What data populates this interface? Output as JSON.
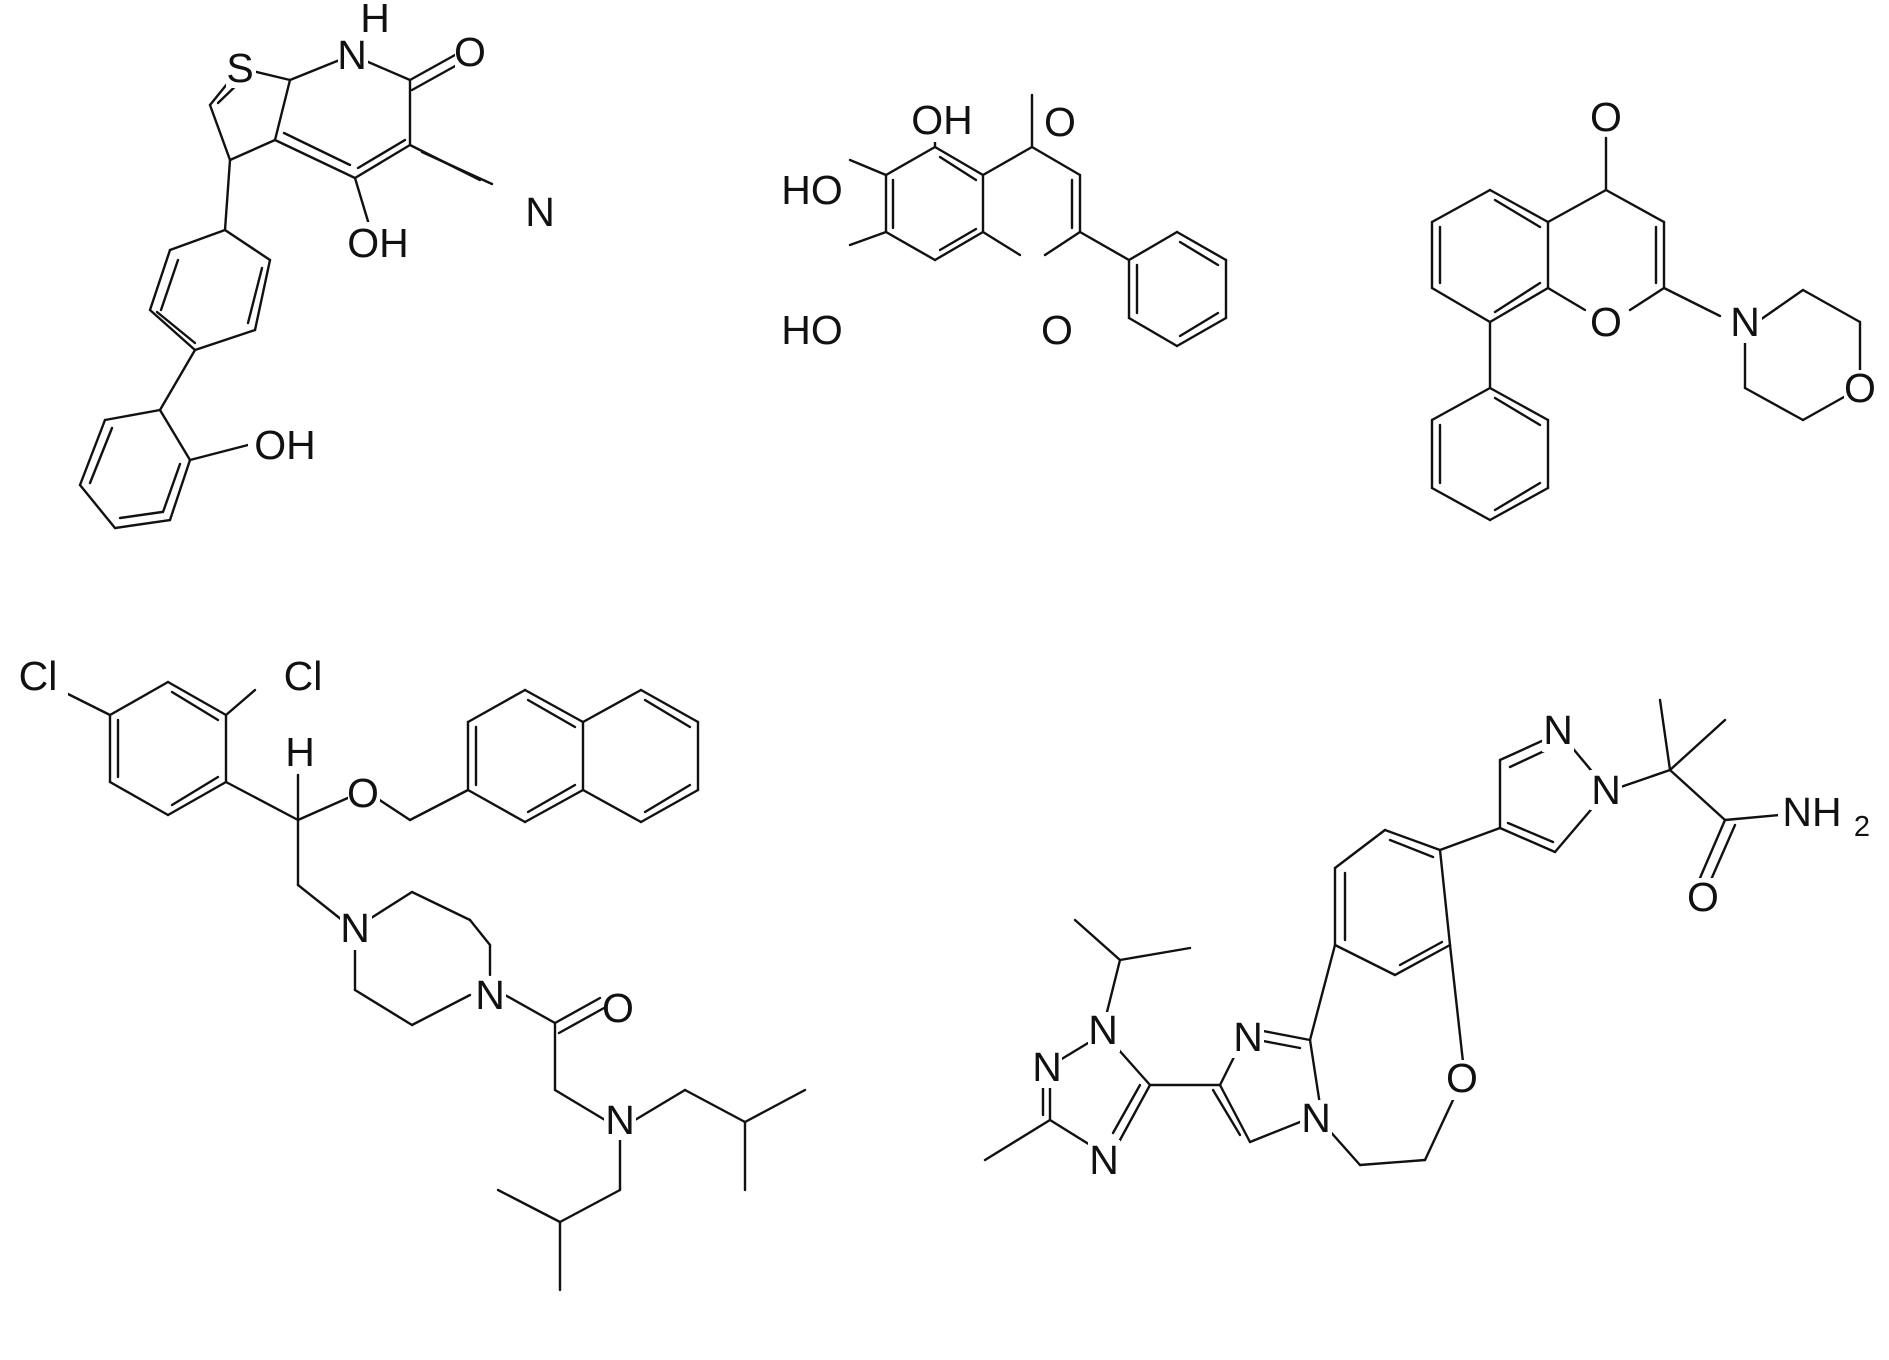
{
  "colors": {
    "background": "#ffffff",
    "ink": "#111111"
  },
  "molecules": [
    {
      "name": "thienopyridone",
      "labels": {
        "s": "S",
        "nh_h": "H",
        "nh_n": "N",
        "o_keto": "O",
        "n_nitrile": "N",
        "oh_ring": "OH",
        "oh_phenol": "OH"
      }
    },
    {
      "name": "baicalein",
      "labels": {
        "oh5": "OH",
        "oh6": "HO",
        "oh7": "HO",
        "o_keto": "O",
        "o_ring": "O"
      }
    },
    {
      "name": "ly294002",
      "labels": {
        "o_keto": "O",
        "o_ring": "O",
        "n_morph": "N",
        "o_morph": "O"
      }
    },
    {
      "name": "piperazine-ether",
      "labels": {
        "cl1": "Cl",
        "cl2": "Cl",
        "h": "H",
        "o_ether": "O",
        "n_pip1": "N",
        "n_pip2": "N",
        "o_amide": "O",
        "n_amine": "N"
      }
    },
    {
      "name": "gdc0032",
      "labels": {
        "n_pyr1": "N",
        "n_pyr2": "N",
        "nh2": "NH",
        "nh2_sub": "2",
        "o_amide": "O",
        "n_tri1": "N",
        "n_tri2": "N",
        "n_tri3": "N",
        "n_imid1": "N",
        "n_imid2": "N",
        "o_ring": "O"
      }
    }
  ]
}
